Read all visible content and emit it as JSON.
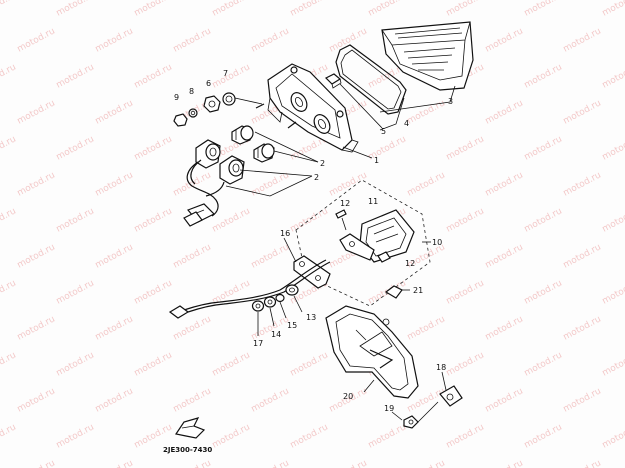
{
  "watermark": {
    "text": "motod.ru",
    "color": "#f3c9c9"
  },
  "diagram_code": "2JE300-7430",
  "part_numbers": [
    "1",
    "2",
    "2",
    "3",
    "4",
    "5",
    "6",
    "7",
    "8",
    "9",
    "10",
    "11",
    "12",
    "12",
    "13",
    "14",
    "15",
    "16",
    "17",
    "18",
    "19",
    "20",
    "21"
  ],
  "colors": {
    "ink": "#111111",
    "background": "#fdfdfd"
  }
}
